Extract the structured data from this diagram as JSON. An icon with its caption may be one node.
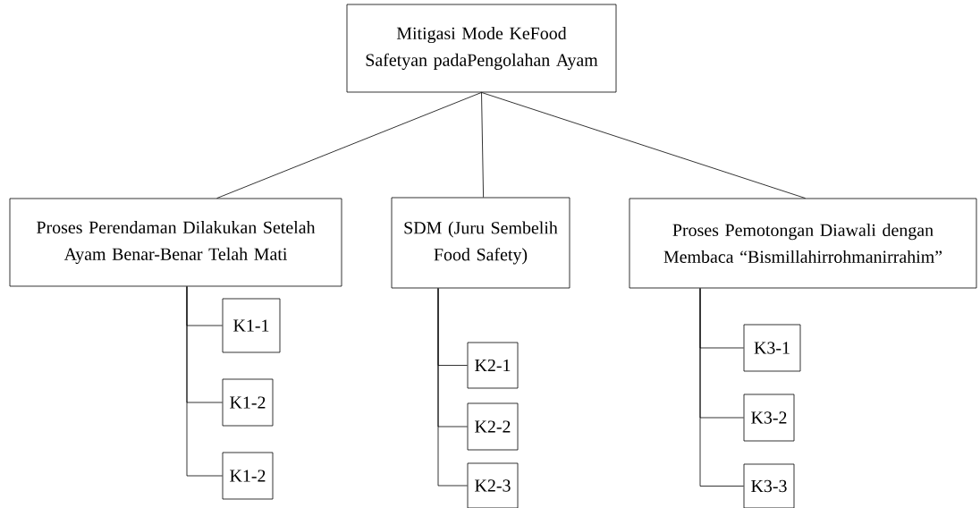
{
  "diagram": {
    "nodes": [
      {
        "text": [
          "Mitigasi Mode KeFood Safetyan padaPengolahan Ayam"
        ]
      },
      {
        "text": [
          "Proses Perendaman Dilakukan Setelah Ayam Benar-Benar Telah Mati"
        ]
      },
      {
        "text": [
          "SDM (Juru Sembelih Food Safety)"
        ]
      },
      {
        "text": [
          "Proses Pemotongan Diawali dengan Membaca “Bismillahirrohmanirrahim”"
        ]
      },
      {
        "text": [
          "K1-1"
        ]
      },
      {
        "text": [
          "K1-2"
        ]
      },
      {
        "text": [
          "K1-2"
        ]
      },
      {
        "text": [
          "K2-1"
        ]
      },
      {
        "text": [
          "K2-2"
        ]
      },
      {
        "text": [
          "K2-3"
        ]
      },
      {
        "text": [
          "K3-1"
        ]
      },
      {
        "text": [
          "K3-2"
        ]
      },
      {
        "text": [
          "K3-3"
        ]
      }
    ],
    "edges": [
      {
        "from": 0,
        "to": 1,
        "arrow": "none"
      },
      {
        "from": 0,
        "to": 2,
        "arrow": "none"
      },
      {
        "from": 0,
        "to": 3,
        "arrow": "none"
      },
      {
        "from": 1,
        "to": 4,
        "arrow": "none"
      },
      {
        "from": 1,
        "to": 5,
        "arrow": "none"
      },
      {
        "from": 1,
        "to": 6,
        "arrow": "none"
      },
      {
        "from": 2,
        "to": 7,
        "arrow": "none"
      },
      {
        "from": 2,
        "to": 8,
        "arrow": "none"
      },
      {
        "from": 2,
        "to": 9,
        "arrow": "none"
      },
      {
        "from": 3,
        "to": 10,
        "arrow": "none"
      },
      {
        "from": 3,
        "to": 11,
        "arrow": "none"
      },
      {
        "from": 3,
        "to": 12,
        "arrow": "none"
      }
    ]
  }
}
